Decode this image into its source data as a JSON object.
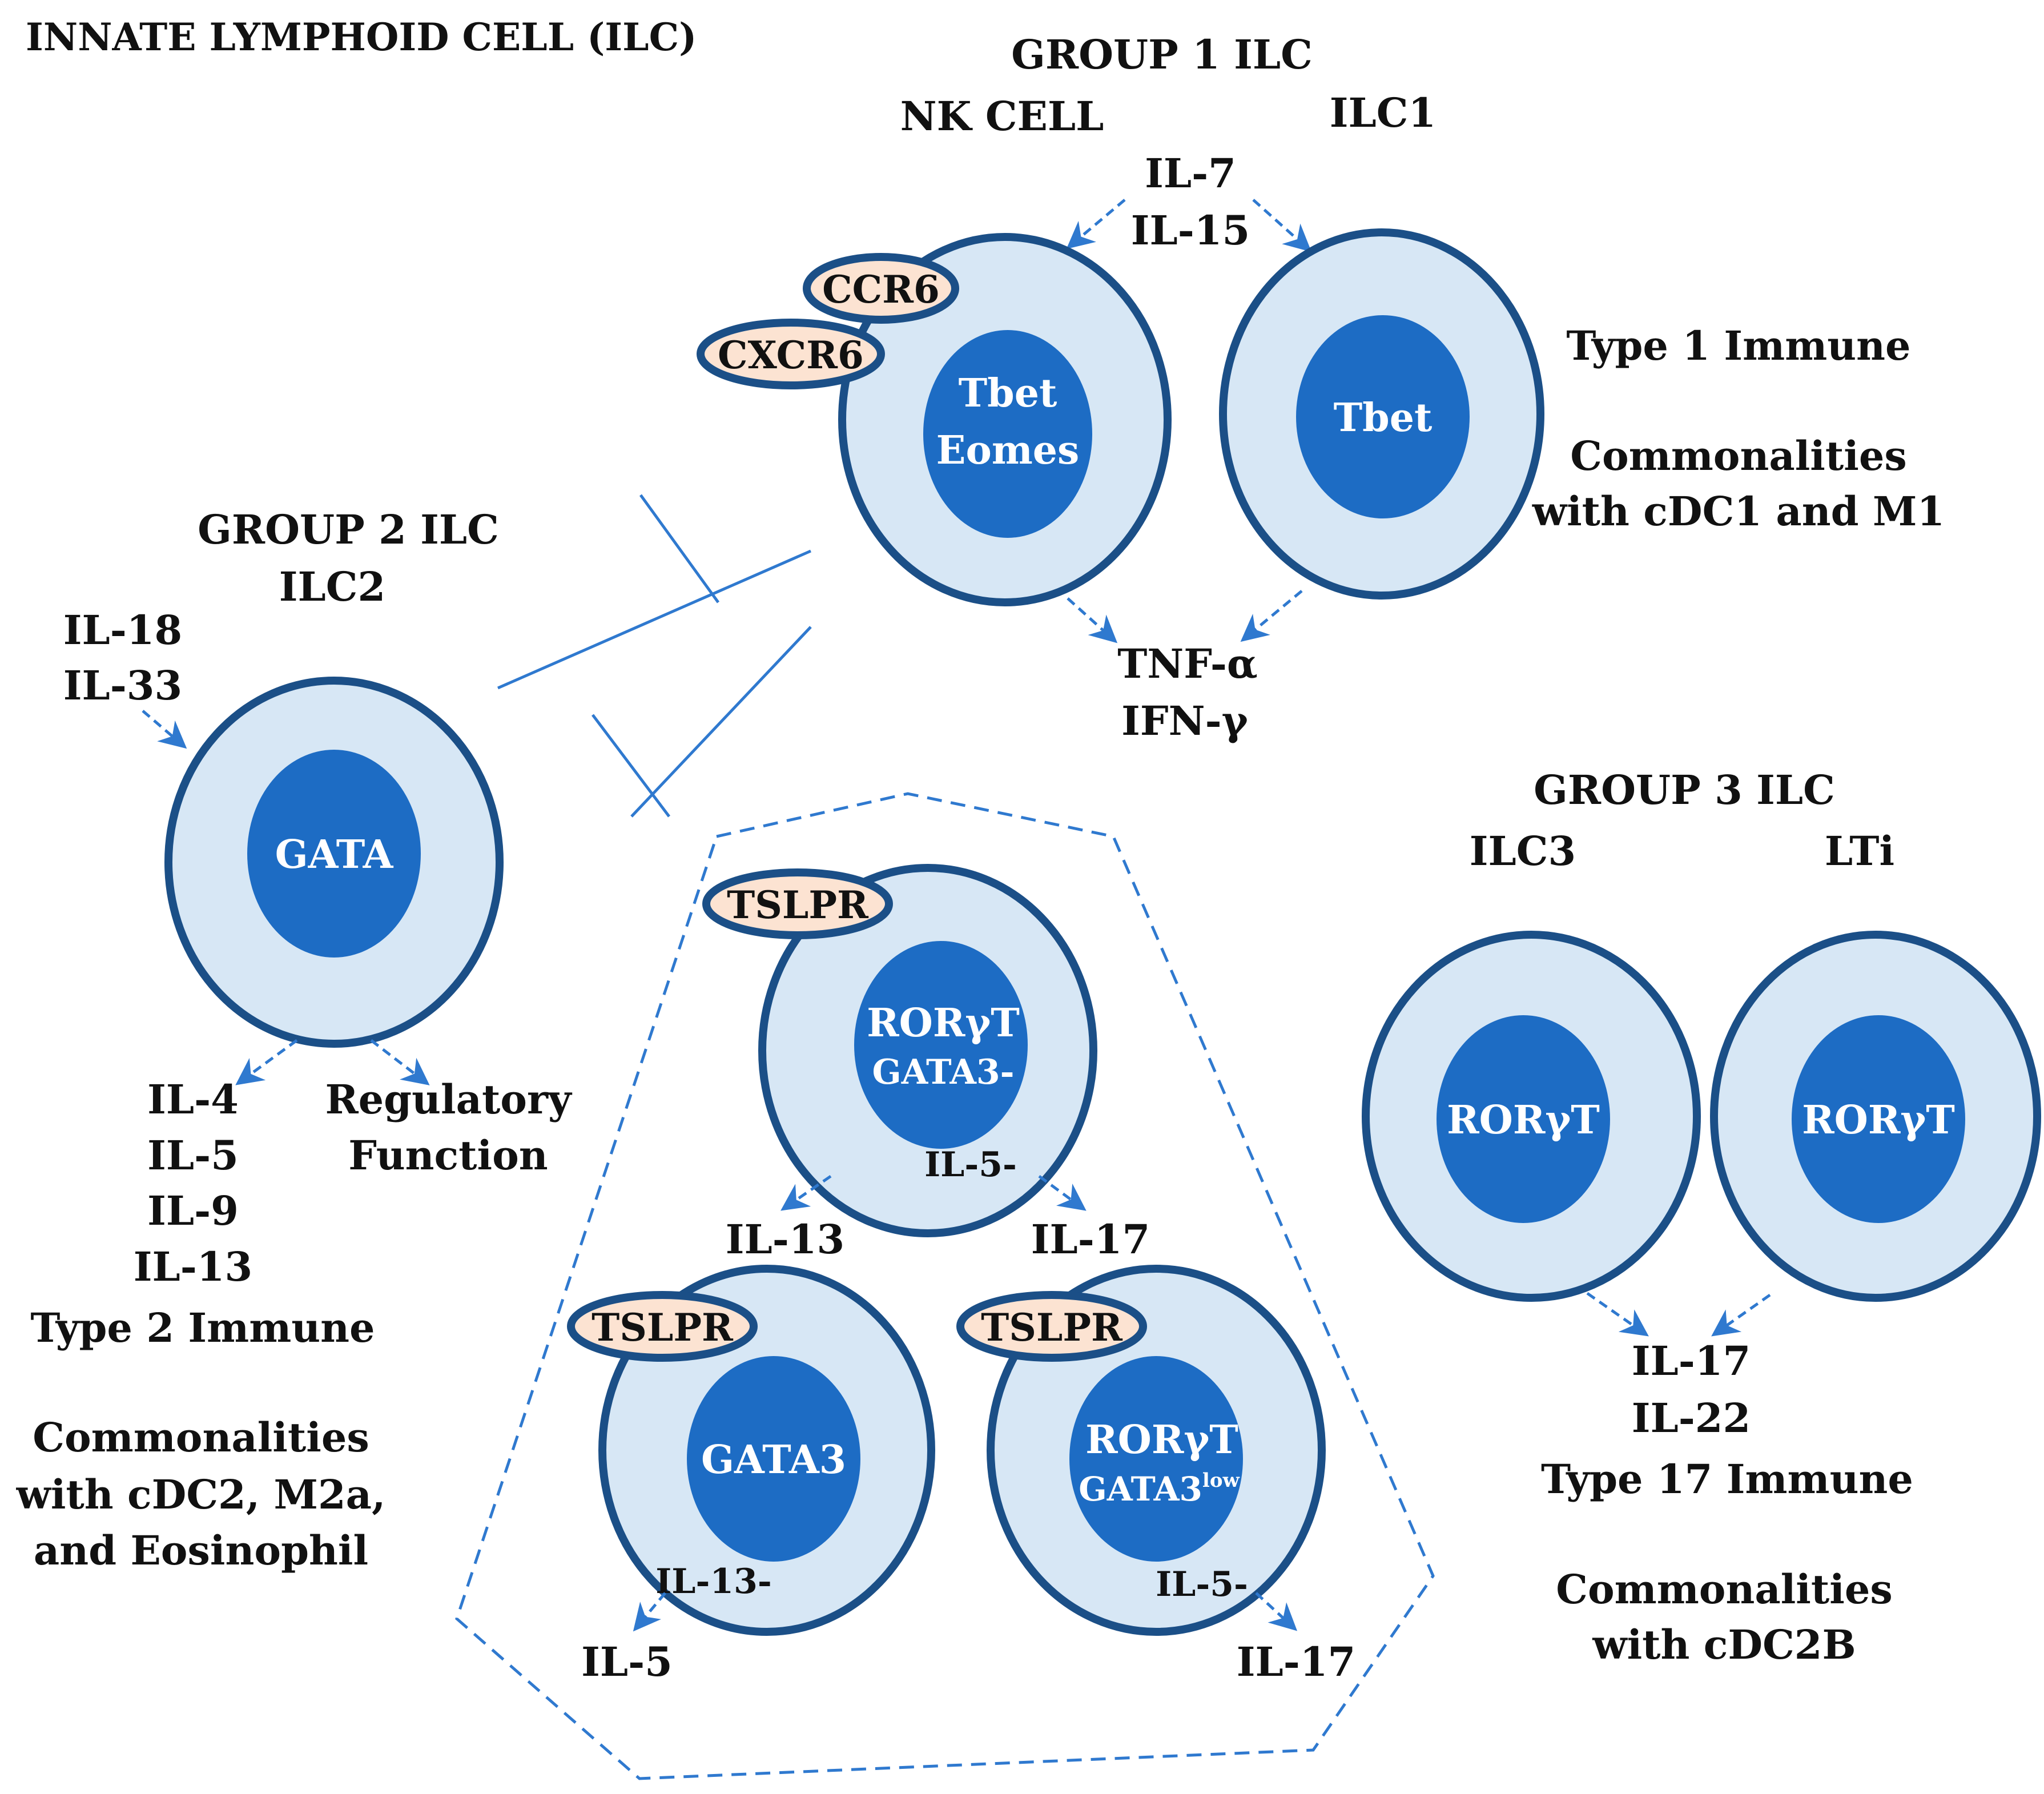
{
  "title": "INNATE LYMPHOID CELL (ILC)",
  "group1": {
    "heading": "GROUP 1 ILC",
    "nk_label": "NK CELL",
    "ilc1_label": "ILC1",
    "input_cytokines": [
      "IL-7",
      "IL-15"
    ],
    "nk_receptors": [
      "CCR6",
      "CXCR6"
    ],
    "nk_nucleus": [
      "Tbet",
      "Eomes"
    ],
    "ilc1_nucleus": "Tbet",
    "outputs": [
      "TNF-α",
      "IFN-γ"
    ],
    "type": "Type 1 Immune",
    "commonalities": [
      "Commonalities",
      "with cDC1 and M1"
    ]
  },
  "group2": {
    "heading": "GROUP 2 ILC",
    "label": "ILC2",
    "input_cytokines": [
      "IL-18",
      "IL-33"
    ],
    "nucleus": "GATA",
    "outputs": [
      "IL-4",
      "IL-5",
      "IL-9",
      "IL-13"
    ],
    "regulatory": [
      "Regulatory",
      "Function"
    ],
    "type": "Type 2 Immune",
    "commonalities": [
      "Commonalities",
      "with cDC2, M2a,",
      "and Eosinophil"
    ]
  },
  "plastic": {
    "receptor": "TSLPR",
    "top_cell": {
      "nucleus": [
        "RORγT",
        "GATA3-"
      ],
      "neg": "IL-5-",
      "out_left": "IL-13",
      "out_right": "IL-17"
    },
    "left_cell": {
      "nucleus": "GATA3",
      "neg": "IL-13-",
      "out": "IL-5"
    },
    "right_cell": {
      "nucleus": "RORγT",
      "nucleus2": "GATA3",
      "nucleus2_sup": "low",
      "neg": "IL-5-",
      "out": "IL-17"
    }
  },
  "group3": {
    "heading": "GROUP 3 ILC",
    "ilc3_label": "ILC3",
    "lti_label": "LTi",
    "ilc3_nucleus": "RORγT",
    "lti_nucleus": "RORγT",
    "outputs": [
      "IL-17",
      "IL-22"
    ],
    "type": "Type 17 Immune",
    "commonalities": [
      "Commonalities",
      "with cDC2B"
    ]
  },
  "colors": {
    "membrane": "#1b4f87",
    "cytoplasm": "#d7e7f5",
    "nucleus": "#1d6cc4",
    "receptor": "#fce3d2",
    "arrow": "#2f79cf"
  },
  "icons": [
    "dashed-arrow",
    "inhibition-bar"
  ]
}
